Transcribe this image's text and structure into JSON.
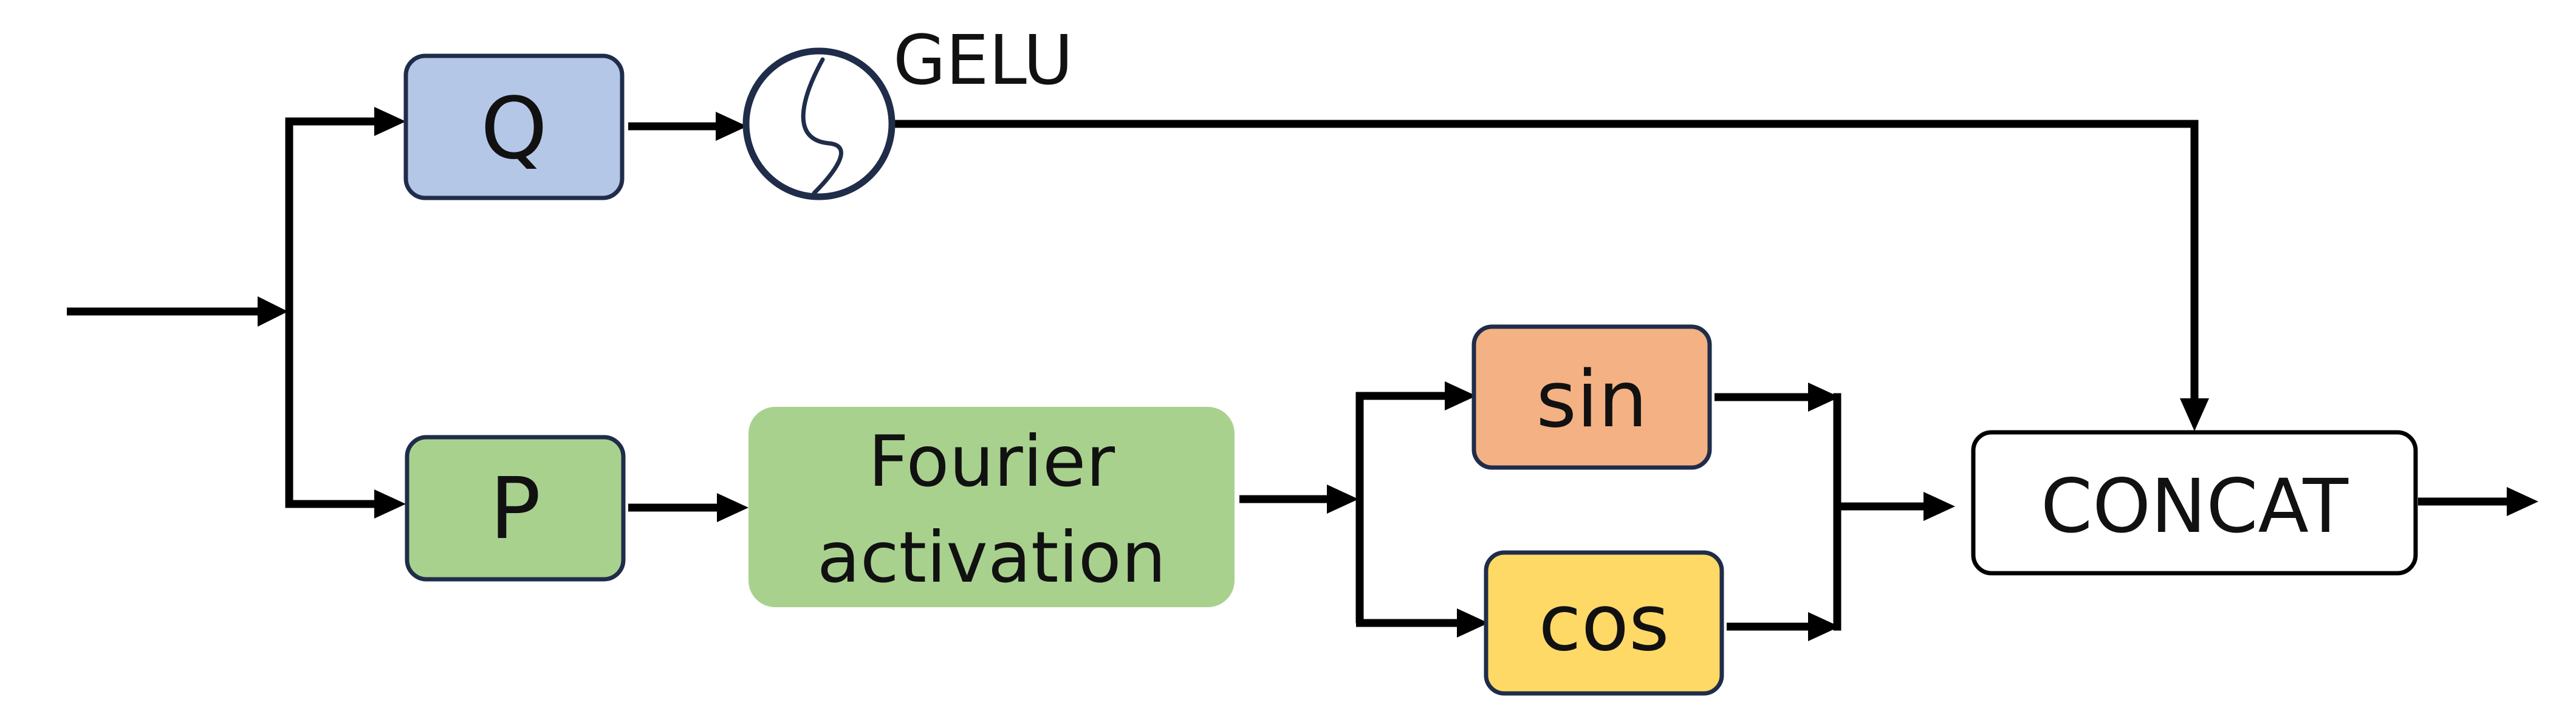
{
  "nodes": {
    "q": {
      "label": "Q",
      "color": "#b4c7e7",
      "border": "#1f2d4a"
    },
    "p": {
      "label": "P",
      "color": "#a9d18e",
      "border": "#1f2d4a"
    },
    "gelu": {
      "label": "GELU",
      "icon": "gelu-activation-icon",
      "border": "#1f2d4a"
    },
    "fourier": {
      "label_line1": "Fourier",
      "label_line2": "activation",
      "color": "#a9d18e"
    },
    "sin": {
      "label": "sin",
      "color": "#f4b183",
      "border": "#1f2d4a"
    },
    "cos": {
      "label": "cos",
      "color": "#ffd966",
      "border": "#1f2d4a"
    },
    "concat": {
      "label": "CONCAT",
      "color": "#ffffff",
      "border": "#000000"
    }
  }
}
